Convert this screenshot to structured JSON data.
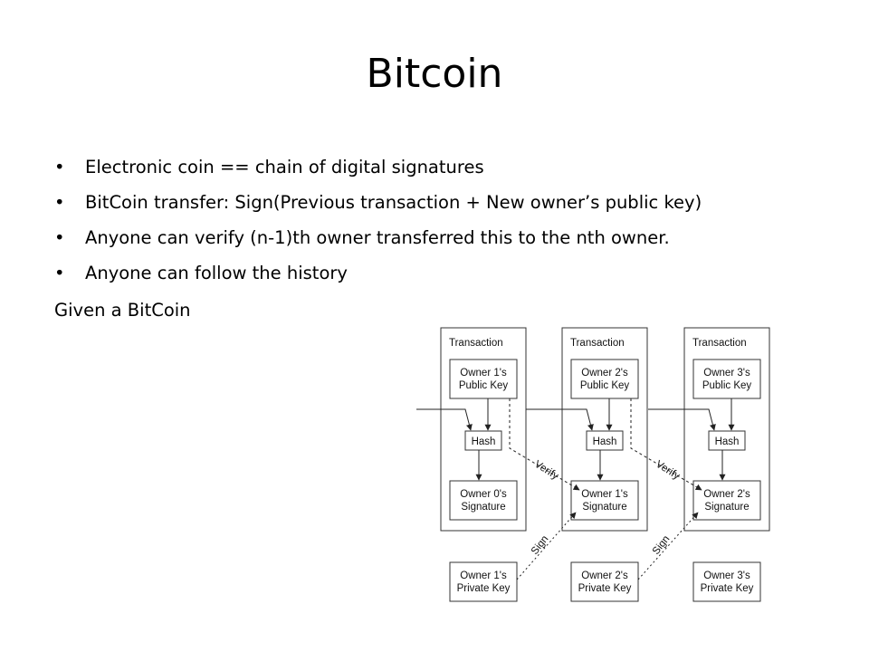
{
  "slide": {
    "title": "Bitcoin",
    "bullets": [
      "Electronic coin == chain of digital signatures",
      "BitCoin transfer: Sign(Previous transaction + New owner’s public key)",
      "Anyone can verify (n-1)th owner transferred this to the nth owner.",
      "Anyone can follow the history"
    ],
    "bullet_glyph": "•",
    "given_text": "Given a BitCoin"
  },
  "diagram": {
    "transactions": [
      {
        "label": "Transaction",
        "public_key": [
          "Owner 1's",
          "Public Key"
        ],
        "hash": "Hash",
        "signature": [
          "Owner 0's",
          "Signature"
        ],
        "private_key": [
          "Owner 1's",
          "Private Key"
        ]
      },
      {
        "label": "Transaction",
        "public_key": [
          "Owner 2's",
          "Public Key"
        ],
        "hash": "Hash",
        "signature": [
          "Owner 1's",
          "Signature"
        ],
        "private_key": [
          "Owner 2's",
          "Private Key"
        ]
      },
      {
        "label": "Transaction",
        "public_key": [
          "Owner 3's",
          "Public Key"
        ],
        "hash": "Hash",
        "signature": [
          "Owner 2's",
          "Signature"
        ],
        "private_key": [
          "Owner 3's",
          "Private Key"
        ]
      }
    ],
    "verify_label": "Verify",
    "sign_label": "Sign"
  }
}
